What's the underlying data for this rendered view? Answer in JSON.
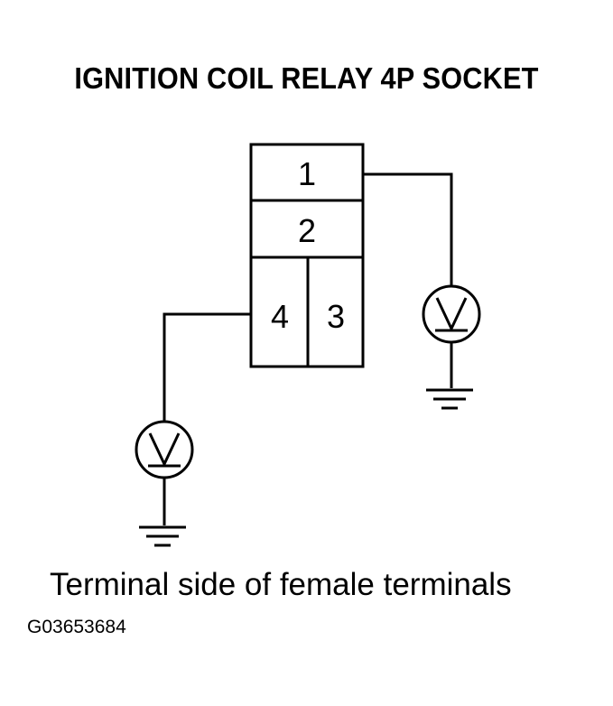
{
  "title": "IGNITION COIL RELAY 4P SOCKET",
  "terminals": {
    "t1": "1",
    "t2": "2",
    "t3": "3",
    "t4": "4"
  },
  "caption": "Terminal side of female terminals",
  "figure_code": "G03653684",
  "icons": {
    "voltmeter": "voltmeter-icon",
    "ground": "ground-icon"
  },
  "colors": {
    "ink": "#000000",
    "background": "#ffffff"
  }
}
